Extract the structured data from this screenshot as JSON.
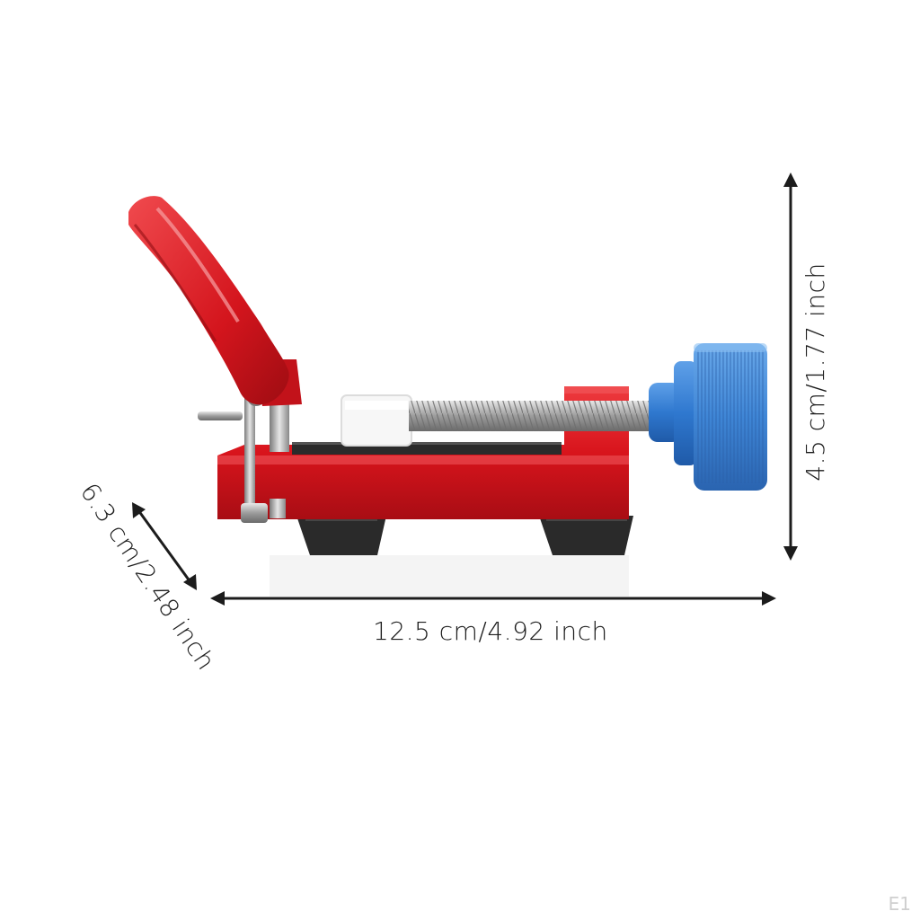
{
  "dimensions": {
    "width_label": "12.5 cm/4.92 inch",
    "height_label": "4.5 cm/1.77 inch",
    "depth_label": "6.3 cm/2.48 inch"
  },
  "watermark": {
    "code": "E1"
  },
  "colors": {
    "body_red": "#d8141c",
    "knob_blue": "#3f86d6",
    "rubber_feet": "#2a2a2a",
    "arrow": "#1c1c1c"
  }
}
